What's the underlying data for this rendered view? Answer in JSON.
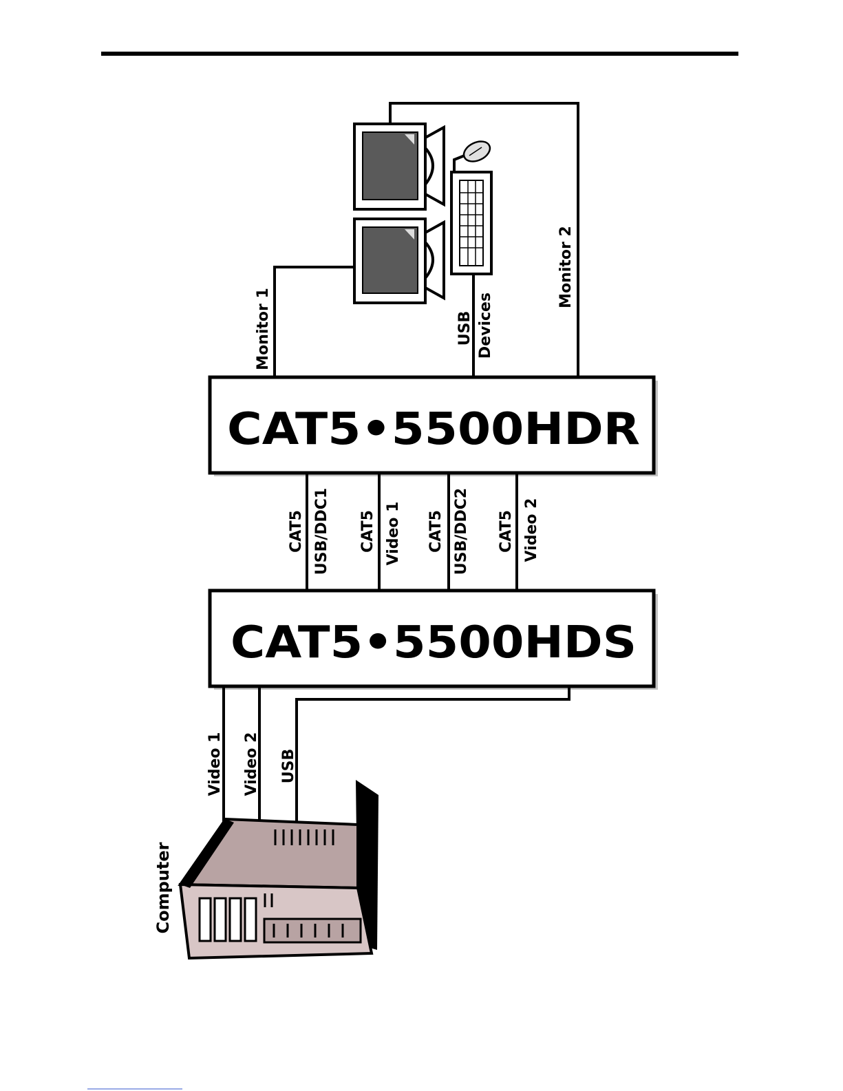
{
  "header_rule_color": "#000000",
  "devices": {
    "receiver": "CAT5•5500HDR",
    "transmitter": "CAT5•5500HDS"
  },
  "top_labels": {
    "monitor1": "Monitor 1",
    "usb_line1": "USB",
    "usb_line2": "Devices",
    "monitor2": "Monitor 2"
  },
  "link_labels": [
    {
      "line1": "CAT5",
      "line2": "USB/DDC1"
    },
    {
      "line1": "CAT5",
      "line2": "Video 1"
    },
    {
      "line1": "CAT5",
      "line2": "USB/DDC2"
    },
    {
      "line1": "CAT5",
      "line2": "Video 2"
    }
  ],
  "bottom_labels": {
    "video1": "Video 1",
    "video2": "Video 2",
    "usb": "USB",
    "computer": "Computer"
  },
  "icons": {
    "monitor_top": "monitor-icon",
    "monitor_bottom": "monitor-icon",
    "keyboard": "keyboard-icon",
    "mouse": "mouse-icon",
    "computer": "computer-tower-icon"
  },
  "colors": {
    "screen": "#5a5a5a",
    "case": "#b8a3a3",
    "case_front": "#d8c6c6"
  }
}
